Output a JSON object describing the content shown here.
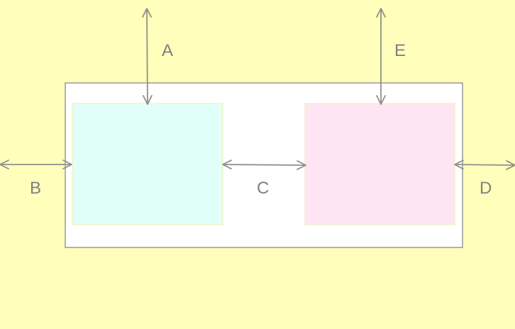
{
  "colors": {
    "background": "#ffffbb",
    "container": "#ffffff",
    "container_border": "#999999",
    "box_left": "#e0fff8",
    "box_right": "#ffe4f4",
    "box_border": "#f2f2c8",
    "arrow": "#8f8f8f",
    "label": "#808080"
  },
  "labels": {
    "a": "A",
    "b": "B",
    "c": "C",
    "d": "D",
    "e": "E"
  }
}
